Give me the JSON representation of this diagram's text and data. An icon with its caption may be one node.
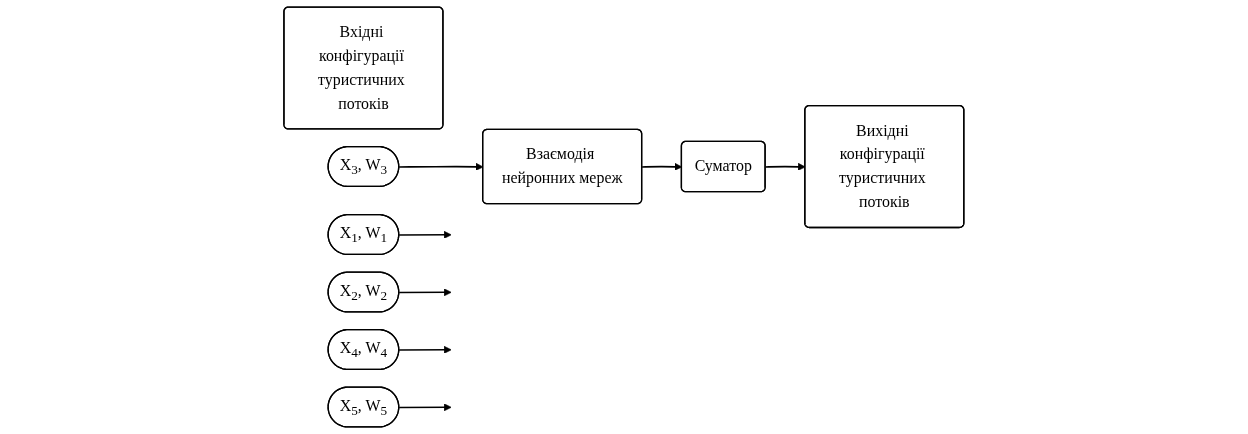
{
  "diagram": {
    "nodes": [
      {
        "text": [
          "Вхідні конфігурації туристичних потоків"
        ]
      },
      {
        "text": [
          "X$_{1}$, W$_{1}$"
        ]
      },
      {
        "text": [
          "X$_{2}$, W$_{2}$"
        ]
      },
      {
        "text": [
          "X$_{3}$, W$_{3}$"
        ]
      },
      {
        "text": [
          "X$_{4}$, W$_{4}$"
        ]
      },
      {
        "text": [
          "X$_{5}$, W$_{5}$"
        ]
      },
      {
        "text": [
          "Взаємодія нейронних мереж"
        ]
      },
      {
        "text": [
          "Суматор"
        ]
      },
      {
        "text": [
          "Вихідні конфігурації туристичних потоків"
        ]
      }
    ],
    "edges": [
      {
        "from": 1,
        "to": null,
        "arrow": "to"
      },
      {
        "from": 2,
        "to": null,
        "arrow": "to"
      },
      {
        "from": 3,
        "to": 6,
        "arrow": "to"
      },
      {
        "from": 4,
        "to": null,
        "arrow": "to"
      },
      {
        "from": 5,
        "to": null,
        "arrow": "to"
      },
      {
        "from": 6,
        "to": 7,
        "arrow": "to"
      },
      {
        "from": 7,
        "to": 8,
        "arrow": "to"
      }
    ]
  }
}
